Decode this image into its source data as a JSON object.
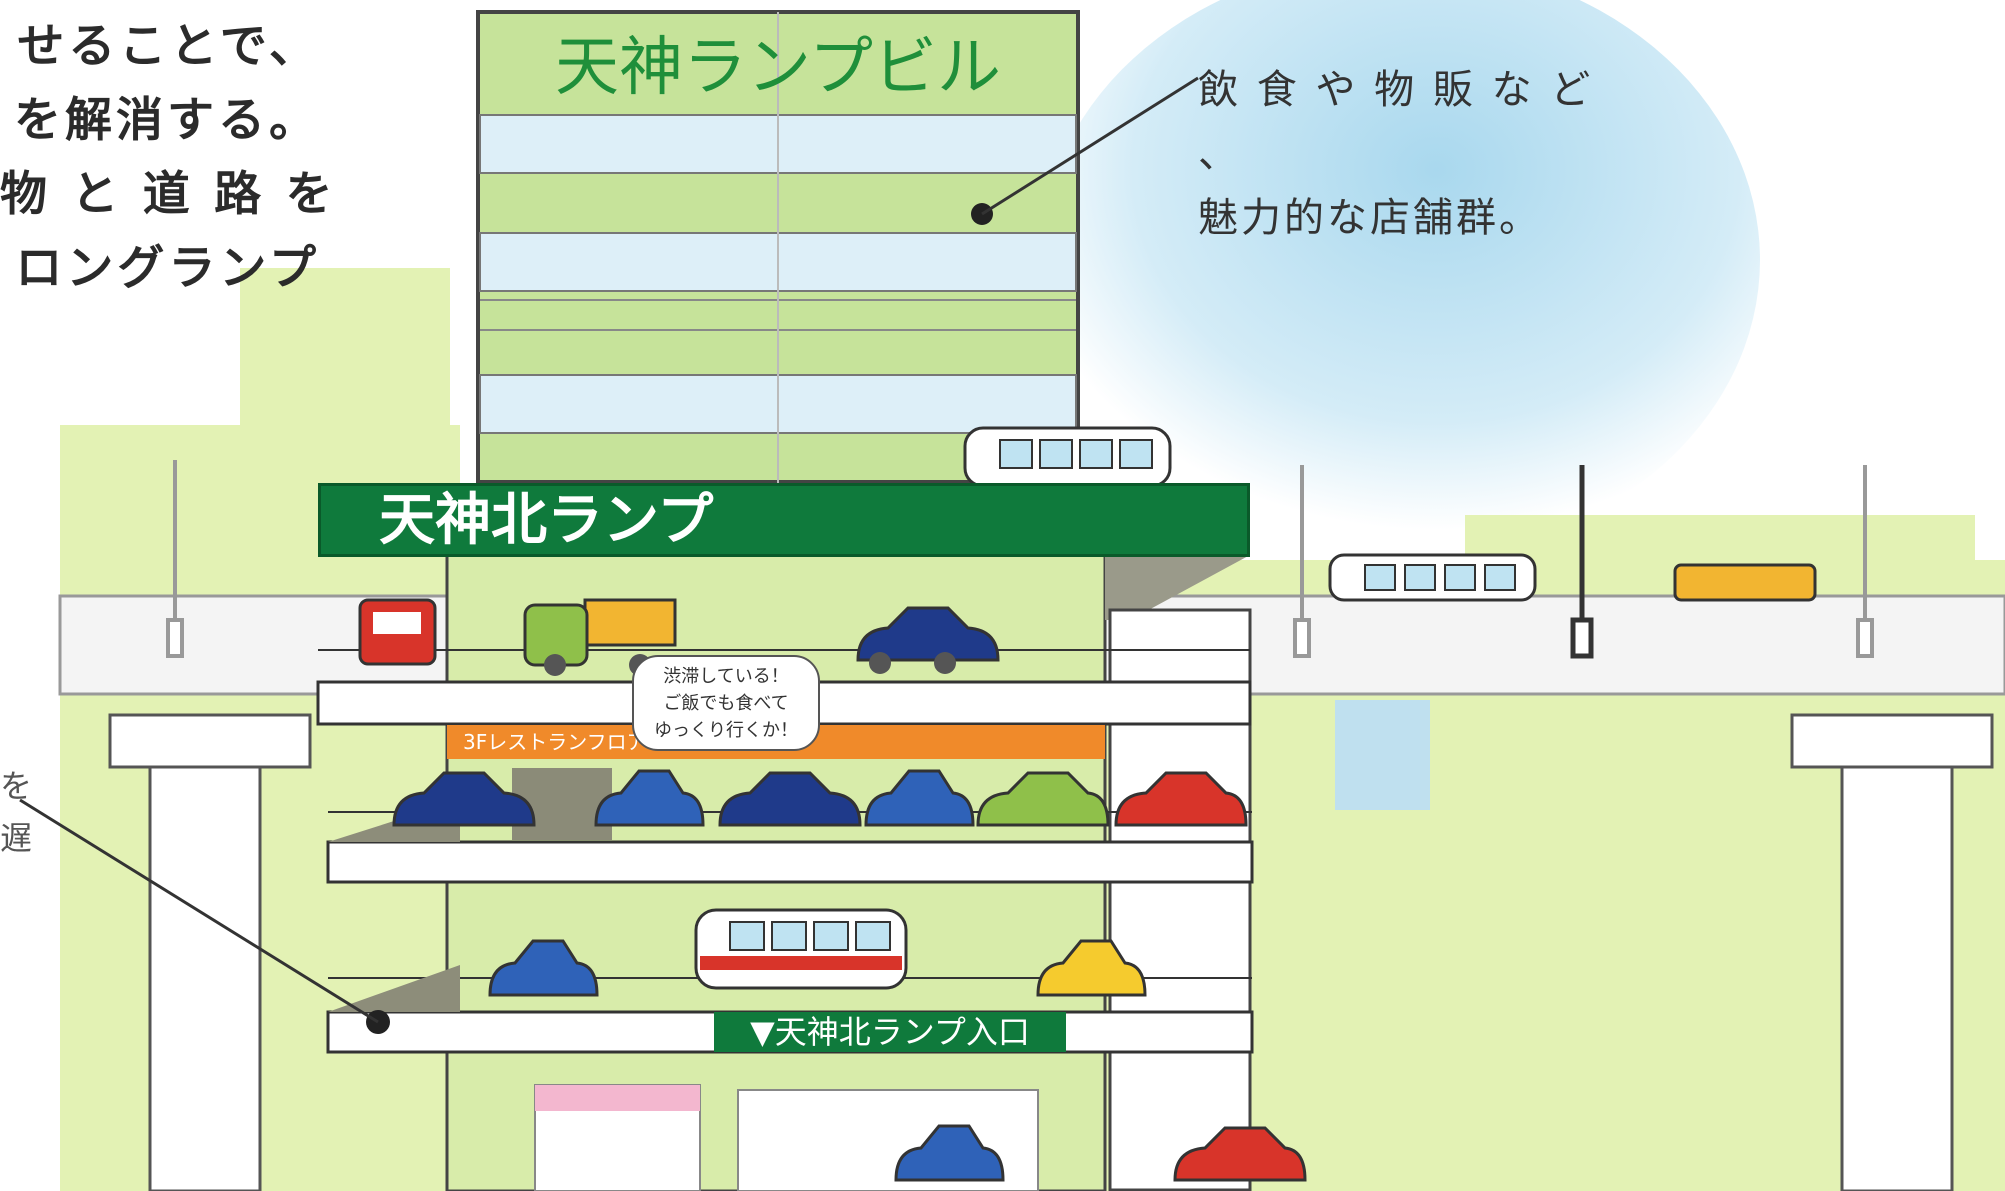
{
  "intro_text": {
    "lines": [
      "せることで、",
      "を解消する。",
      "物 と 道 路 を",
      "ロングランプ"
    ]
  },
  "tower": {
    "name": "天神ランプビル"
  },
  "tower_callout": {
    "lines": [
      "飲 食 や 物 販 な ど 、",
      "魅力的な店舗群。"
    ]
  },
  "ramp_sign": {
    "label": "天神北ランプ"
  },
  "restaurant_floor": {
    "label": "3Fレストランフロア"
  },
  "speech_bubble": {
    "lines": [
      "渋滞している！",
      "ご飯でも食べて",
      "ゆっくり行くか！"
    ]
  },
  "entrance_sign": {
    "label": "▼天神北ランプ入口"
  },
  "left_callout": {
    "fragments": [
      "を",
      "遅"
    ]
  },
  "colors": {
    "green_sign": "#0f7a3c",
    "light_green": "#dff0a8",
    "building_green": "#c6e39a",
    "sky_blue": "#c8e6f5",
    "orange": "#f08a2a"
  }
}
